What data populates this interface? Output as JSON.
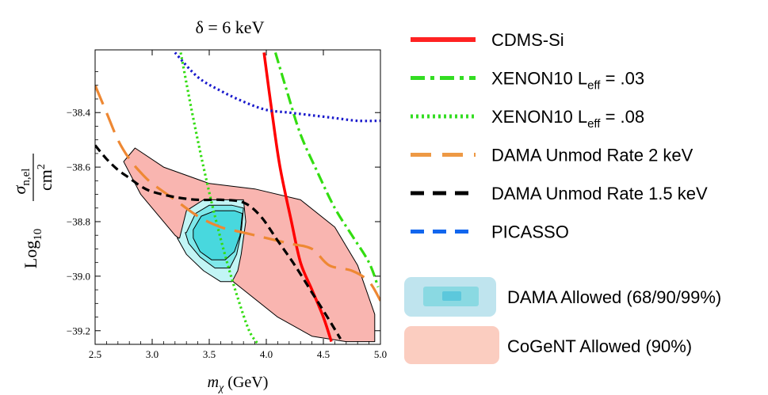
{
  "chart_data": {
    "type": "line",
    "title": "δ = 6 keV",
    "xlabel": "m_χ (GeV)",
    "ylabel": "Log10 σn,el / cm²",
    "xlim": [
      2.5,
      5.0
    ],
    "ylim": [
      -39.25,
      -38.17
    ],
    "xticks": [
      2.5,
      3.0,
      3.5,
      4.0,
      4.5,
      5.0
    ],
    "xtick_labels": [
      "2.5",
      "3.0",
      "3.5",
      "4.0",
      "4.5",
      "5.0"
    ],
    "yticks": [
      -39.2,
      -39.0,
      -38.8,
      -38.6,
      -38.4
    ],
    "ytick_labels": [
      "−39.2",
      "−39.0",
      "−38.8",
      "−38.6",
      "−38.4"
    ],
    "grid": false,
    "legend_position": "right",
    "series": [
      {
        "name": "CDMS-Si",
        "color": "#ff0000",
        "style": "solid",
        "x": [
          3.98,
          4.05,
          4.12,
          4.22,
          4.3,
          4.4,
          4.5,
          4.57
        ],
        "y": [
          -38.18,
          -38.4,
          -38.6,
          -38.8,
          -38.95,
          -39.05,
          -39.15,
          -39.24
        ]
      },
      {
        "name": "XENON10 L_eff = .03",
        "color": "#33dd11",
        "style": "dashdot",
        "x": [
          4.08,
          4.18,
          4.3,
          4.45,
          4.6,
          4.75,
          4.9,
          4.98
        ],
        "y": [
          -38.18,
          -38.32,
          -38.48,
          -38.62,
          -38.75,
          -38.85,
          -38.95,
          -39.04
        ]
      },
      {
        "name": "XENON10 L_eff = .08",
        "color": "#33dd11",
        "style": "dotted",
        "x": [
          3.25,
          3.35,
          3.45,
          3.55,
          3.65,
          3.75,
          3.85,
          3.93
        ],
        "y": [
          -38.18,
          -38.4,
          -38.6,
          -38.78,
          -38.94,
          -39.08,
          -39.2,
          -39.25
        ]
      },
      {
        "name": "DAMA Unmod Rate 2 keV",
        "color": "#ee8833",
        "style": "longdash",
        "x": [
          2.5,
          2.6,
          2.7,
          2.8,
          2.9,
          3.0,
          3.2,
          3.4,
          3.6,
          3.8,
          4.0,
          4.2,
          4.4,
          4.55,
          4.75,
          4.9,
          5.0
        ],
        "y": [
          -38.3,
          -38.4,
          -38.5,
          -38.57,
          -38.62,
          -38.66,
          -38.72,
          -38.78,
          -38.82,
          -38.84,
          -38.86,
          -38.88,
          -38.9,
          -38.96,
          -38.98,
          -39.02,
          -39.09
        ]
      },
      {
        "name": "DAMA Unmod Rate 1.5 keV",
        "color": "#000000",
        "style": "dashed",
        "x": [
          2.5,
          2.6,
          2.7,
          2.8,
          2.9,
          3.0,
          3.2,
          3.4,
          3.6,
          3.8,
          3.95,
          4.1,
          4.25,
          4.4,
          4.55,
          4.65
        ],
        "y": [
          -38.52,
          -38.57,
          -38.61,
          -38.64,
          -38.67,
          -38.69,
          -38.71,
          -38.72,
          -38.72,
          -38.73,
          -38.78,
          -38.87,
          -38.96,
          -39.06,
          -39.16,
          -39.23
        ]
      },
      {
        "name": "PICASSO",
        "color": "#1a1acc",
        "style": "dotted",
        "x": [
          3.2,
          3.4,
          3.6,
          3.8,
          4.0,
          4.2,
          4.4,
          4.6,
          4.8,
          5.0
        ],
        "y": [
          -38.18,
          -38.27,
          -38.32,
          -38.36,
          -38.39,
          -38.4,
          -38.41,
          -38.42,
          -38.43,
          -38.43
        ]
      }
    ],
    "regions": [
      {
        "name": "CoGeNT Allowed (90%)",
        "fill": "#f9b5b0",
        "x": [
          2.75,
          2.85,
          3.1,
          3.5,
          3.9,
          4.3,
          4.6,
          4.8,
          4.95,
          4.95,
          4.7,
          4.4,
          4.1,
          3.8,
          3.5,
          3.2,
          2.9,
          2.75
        ],
        "y": [
          -38.58,
          -38.53,
          -38.6,
          -38.66,
          -38.68,
          -38.72,
          -38.82,
          -38.96,
          -39.14,
          -39.24,
          -39.24,
          -39.22,
          -39.15,
          -39.05,
          -38.95,
          -38.85,
          -38.7,
          -38.58
        ]
      },
      {
        "name": "DAMA 99%",
        "fill": "#c2f5f5",
        "x": [
          3.24,
          3.3,
          3.45,
          3.6,
          3.8,
          3.82,
          3.78,
          3.75,
          3.7,
          3.6,
          3.45,
          3.3,
          3.22
        ],
        "y": [
          -38.86,
          -38.76,
          -38.72,
          -38.72,
          -38.72,
          -38.8,
          -38.92,
          -38.98,
          -39.02,
          -39.02,
          -38.98,
          -38.92,
          -38.86
        ]
      },
      {
        "name": "DAMA 90%",
        "fill": "#7fe8ea",
        "x": [
          3.3,
          3.38,
          3.5,
          3.7,
          3.8,
          3.78,
          3.74,
          3.68,
          3.55,
          3.42,
          3.32,
          3.29
        ],
        "y": [
          -38.84,
          -38.77,
          -38.74,
          -38.74,
          -38.75,
          -38.84,
          -38.92,
          -38.97,
          -38.97,
          -38.93,
          -38.88,
          -38.84
        ]
      },
      {
        "name": "DAMA 68%",
        "fill": "#48d8de",
        "x": [
          3.36,
          3.43,
          3.55,
          3.72,
          3.79,
          3.77,
          3.72,
          3.64,
          3.52,
          3.42,
          3.36
        ],
        "y": [
          -38.83,
          -38.78,
          -38.76,
          -38.76,
          -38.77,
          -38.85,
          -38.91,
          -38.94,
          -38.94,
          -38.91,
          -38.86
        ]
      }
    ]
  },
  "legend": {
    "lines": [
      {
        "label": "CDMS-Si",
        "color": "#ff2222",
        "style": "solid"
      },
      {
        "label": "XENON10 L",
        "sub": "eff",
        "suffix": " = .03",
        "color": "#33dd22",
        "style": "dashdot"
      },
      {
        "label": "XENON10 L",
        "sub": "eff",
        "suffix": " = .08",
        "color": "#33dd22",
        "style": "dotted"
      },
      {
        "label": "DAMA Unmod Rate 2 keV",
        "color": "#ee9944",
        "style": "longdash"
      },
      {
        "label": "DAMA Unmod Rate 1.5 keV",
        "color": "#000000",
        "style": "dashed"
      },
      {
        "label": "PICASSO",
        "color": "#1166ee",
        "style": "dashed"
      }
    ],
    "regions": [
      {
        "label": "DAMA Allowed (68/90/99%)",
        "colors": [
          "#bfe4ee",
          "#8ad9e2",
          "#5cc8dc"
        ]
      },
      {
        "label": "CoGeNT Allowed (90%)",
        "colors": [
          "#fbcdc0"
        ]
      }
    ]
  }
}
